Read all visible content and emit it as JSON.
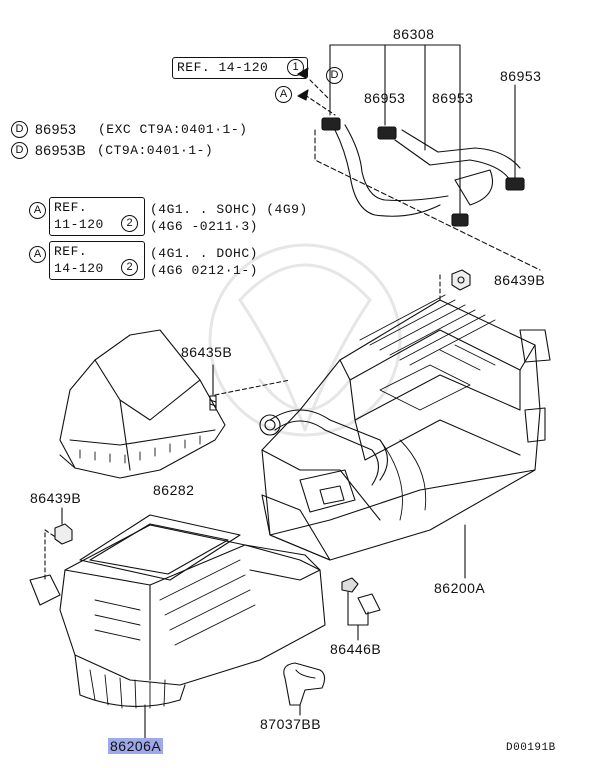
{
  "refs": {
    "top_ref": "REF. 14-120",
    "top_ref_num": "1",
    "a1_line1": "REF.",
    "a1_line2": "11-120",
    "a1_num": "2",
    "a2_line1": "REF.",
    "a2_line2": "14-120",
    "a2_num": "2"
  },
  "notes": {
    "d_symbol": "D",
    "a_symbol": "A",
    "d1_part": "86953",
    "d1_cond": "(EXC CT9A:0401·1-)",
    "d2_part": "86953B",
    "d2_cond": "(CT9A:0401·1-)",
    "a1_cond1": "(4G1. . SOHC) (4G9)",
    "a1_cond2": "(4G6 -0211·3)",
    "a2_cond1": "(4G1. . DOHC)",
    "a2_cond2": "(4G6 0212·1-)"
  },
  "parts": {
    "p86308": "86308",
    "p86953_a": "86953",
    "p86953_b": "86953",
    "p86953_c": "86953",
    "p86439B_a": "86439B",
    "p86435B": "86435B",
    "p86282": "86282",
    "p86439B_b": "86439B",
    "p86200A": "86200A",
    "p86446B": "86446B",
    "p87037BB": "87037BB",
    "p86206A": "86206A"
  },
  "diagram_code": "D00191B",
  "highlight_color": "#9fa8e8"
}
